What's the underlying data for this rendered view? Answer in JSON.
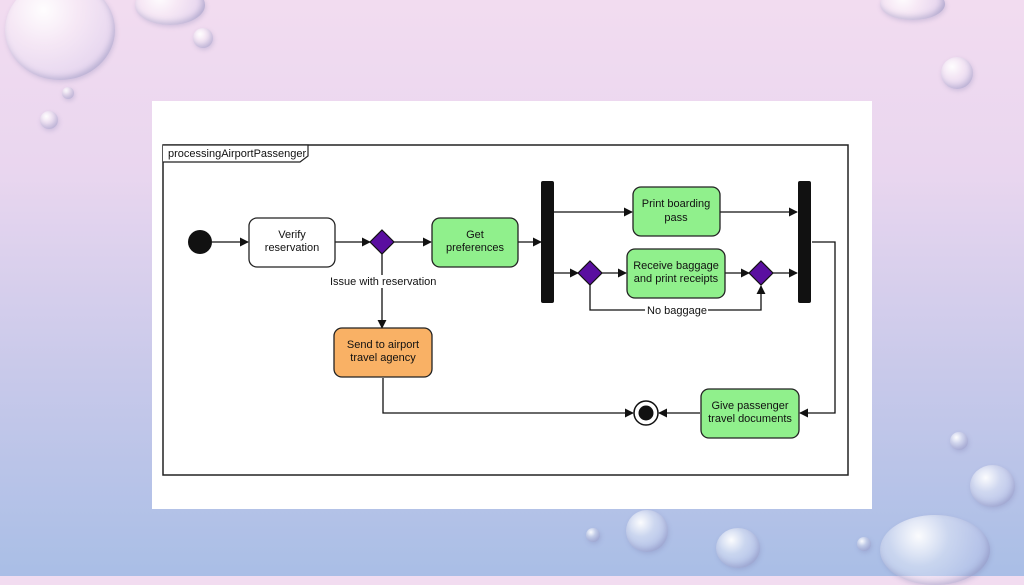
{
  "frame": {
    "title": "processingAirportPassenger"
  },
  "nodes": {
    "verify": {
      "line1": "Verify",
      "line2": "reservation",
      "fill": "#ffffff"
    },
    "get_preferences": {
      "line1": "Get",
      "line2": "preferences",
      "fill": "#90f08c"
    },
    "print_boarding": {
      "line1": "Print boarding",
      "line2": "pass",
      "fill": "#90f08c"
    },
    "receive_baggage": {
      "line1": "Receive baggage",
      "line2": "and print receipts",
      "fill": "#90f08c"
    },
    "send_agency": {
      "line1": "Send to airport",
      "line2": "travel agency",
      "fill": "#f9b165"
    },
    "give_documents": {
      "line1": "Give passenger",
      "line2": "travel documents",
      "fill": "#90f08c"
    }
  },
  "edge_labels": {
    "issue": "Issue with reservation",
    "no_baggage": "No baggage"
  },
  "colors": {
    "decision": "#5a0fa0",
    "bar": "#111111"
  }
}
